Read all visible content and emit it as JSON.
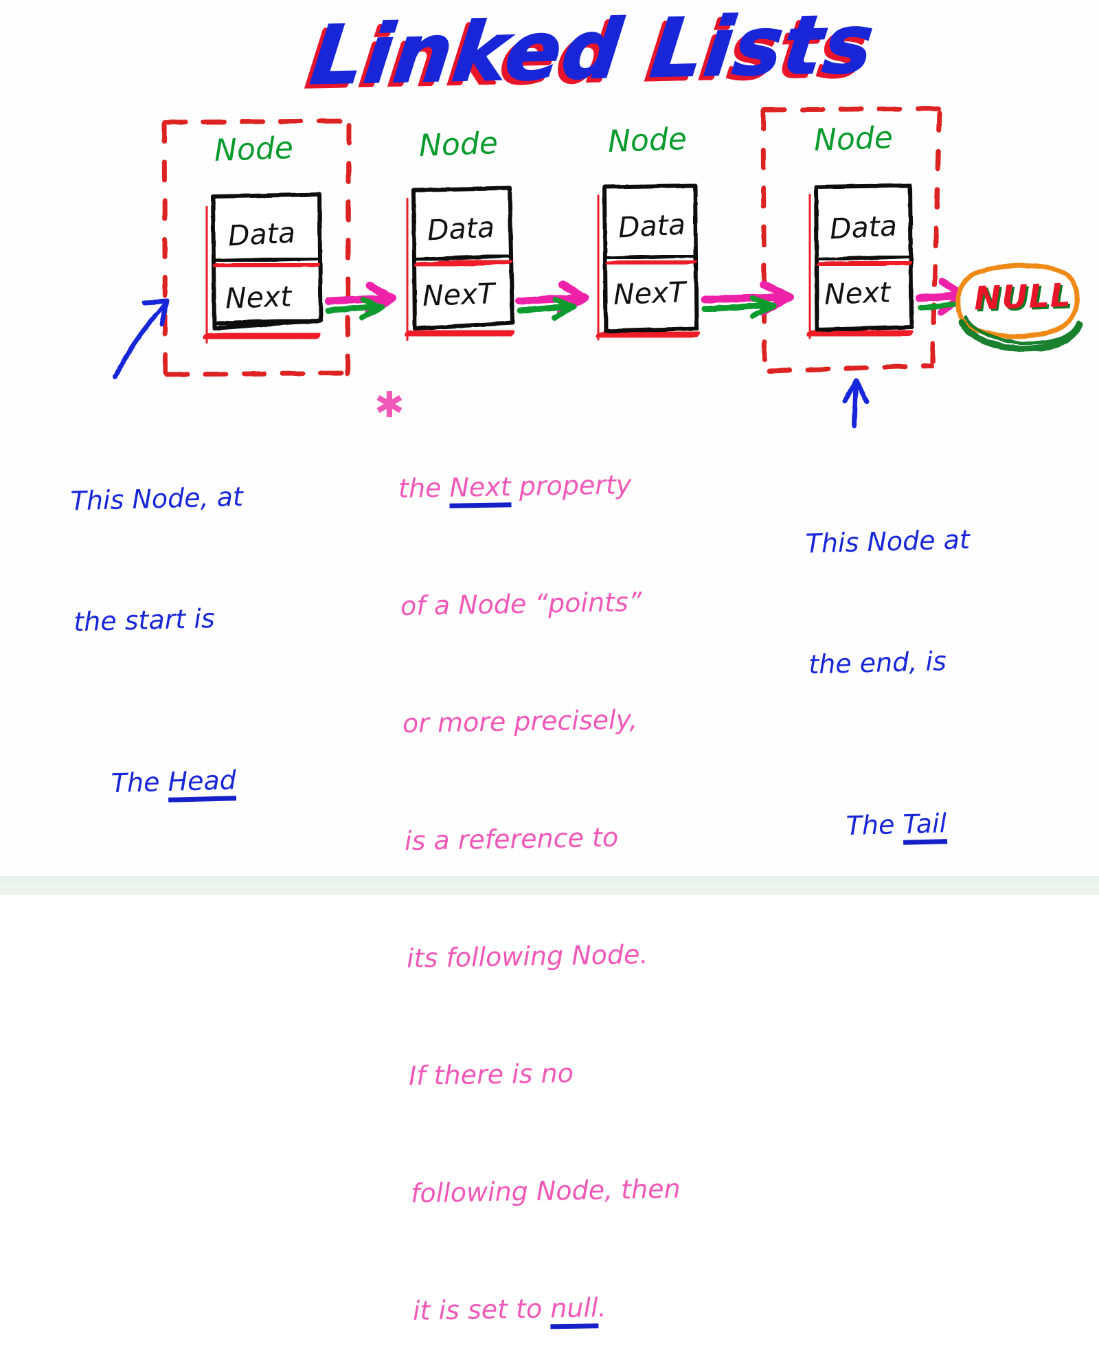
{
  "title": "Linked Lists",
  "diagram": {
    "node_label": "Node",
    "cells": {
      "data": "Data",
      "next": "Next"
    },
    "nodes": [
      {
        "index": 1,
        "label": "Node",
        "data": "Data",
        "next": "Next",
        "boxed": true
      },
      {
        "index": 2,
        "label": "Node",
        "data": "Data",
        "next": "NexT",
        "boxed": false
      },
      {
        "index": 3,
        "label": "Node",
        "data": "Data",
        "next": "NexT",
        "boxed": false
      },
      {
        "index": 4,
        "label": "Node",
        "data": "Data",
        "next": "Next",
        "boxed": true
      }
    ],
    "terminator": "NULL",
    "arrow_count": 4
  },
  "annotations": {
    "head": {
      "lines": [
        "This Node, at",
        "the start is",
        "The Head"
      ],
      "underlined_word": "Head",
      "color": "#1826d8"
    },
    "tail": {
      "lines": [
        "This Node at",
        "the end, is",
        "The Tail"
      ],
      "underlined_word": "Tail",
      "color": "#1826d8"
    },
    "next_note": {
      "bullet": "✱",
      "lines": [
        "the Next property",
        "of a Node “points”",
        "or more precisely,",
        "is a reference to",
        "its following Node.",
        "If there is no",
        "following Node, then",
        "it is set to null."
      ],
      "underlined_words": [
        "Next",
        "null"
      ],
      "color": "#f058b8"
    }
  },
  "colors": {
    "title_blue": "#1826d8",
    "title_red_shadow": "#e8152a",
    "node_label_green": "#0a9b2e",
    "box_black": "#111111",
    "box_shadow_red": "#ee1c25",
    "arrow_pink": "#ee22a8",
    "arrow_green": "#0a9b2e",
    "dashed_red": "#dd2222",
    "null_ellipse_orange": "#f08a12",
    "null_scribble_green": "#117a25",
    "note_blue": "#1826d8",
    "note_pink": "#f058b8",
    "paper_white": "#fefefe"
  }
}
